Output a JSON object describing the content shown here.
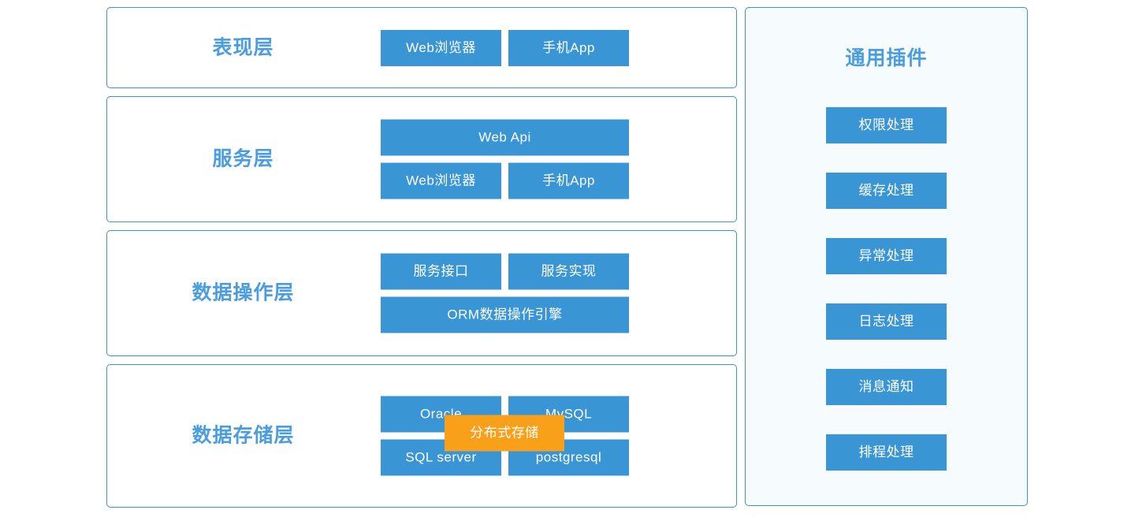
{
  "colors": {
    "accent_blue": "#3a95d4",
    "title_blue": "#4a9de0",
    "border_blue": "#3d91d6",
    "panel_bg": "#f6fbfe",
    "highlight_orange": "#f9a01b",
    "box_text": "#ffffff"
  },
  "layers": [
    {
      "title": "表现层",
      "rows": [
        [
          {
            "label": "Web浏览器",
            "size": "half"
          },
          {
            "label": "手机App",
            "size": "half"
          }
        ]
      ]
    },
    {
      "title": "服务层",
      "rows": [
        [
          {
            "label": "Web Api",
            "size": "full"
          }
        ],
        [
          {
            "label": "Web浏览器",
            "size": "half"
          },
          {
            "label": "手机App",
            "size": "half"
          }
        ]
      ]
    },
    {
      "title": "数据操作层",
      "rows": [
        [
          {
            "label": "服务接口",
            "size": "half"
          },
          {
            "label": "服务实现",
            "size": "half"
          }
        ],
        [
          {
            "label": "ORM数据操作引擎",
            "size": "full"
          }
        ]
      ]
    },
    {
      "title": "数据存储层",
      "rows": [
        [
          {
            "label": "Oracle",
            "size": "half"
          },
          {
            "label": "MySQL",
            "size": "half"
          }
        ],
        [
          {
            "label": "SQL server",
            "size": "half"
          },
          {
            "label": "postgresql",
            "size": "half"
          }
        ]
      ],
      "overlay": {
        "label": "分布式存储"
      }
    }
  ],
  "plugins": {
    "title": "通用插件",
    "items": [
      {
        "label": "权限处理"
      },
      {
        "label": "缓存处理"
      },
      {
        "label": "异常处理"
      },
      {
        "label": "日志处理"
      },
      {
        "label": "消息通知"
      },
      {
        "label": "排程处理"
      }
    ]
  }
}
